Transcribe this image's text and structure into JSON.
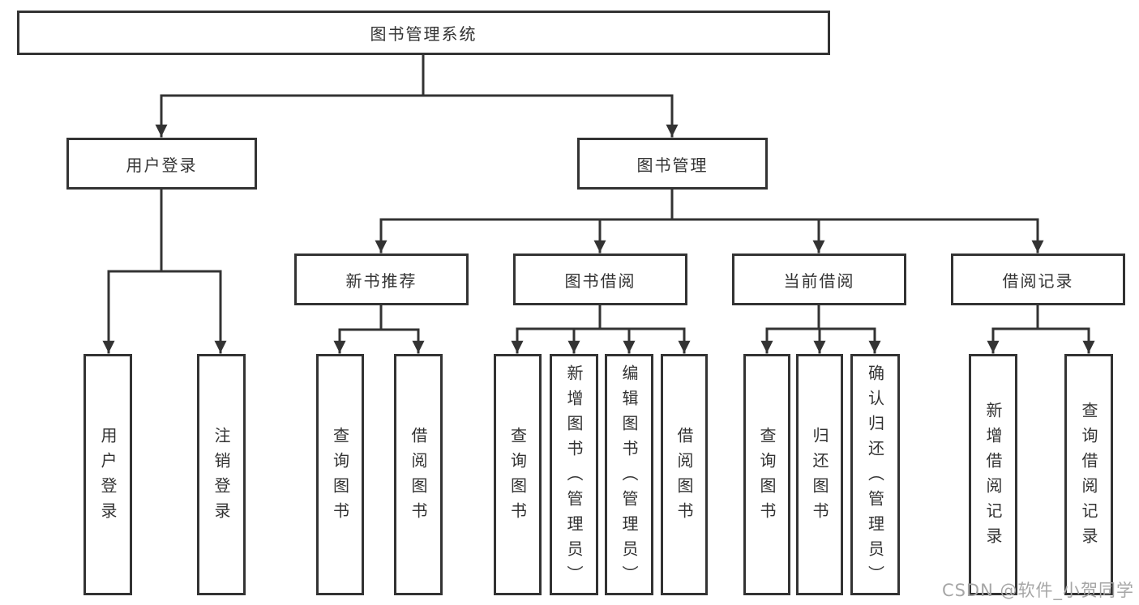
{
  "diagram": {
    "title": "图书管理系统",
    "branches": [
      {
        "label": "用户登录",
        "children": [
          "用户登录",
          "注销登录"
        ]
      },
      {
        "label": "图书管理",
        "children": [
          {
            "label": "新书推荐",
            "children": [
              "查询图书",
              "借阅图书"
            ]
          },
          {
            "label": "图书借阅",
            "children": [
              "查询图书",
              "新增图书（管理员）",
              "编辑图书（管理员）",
              "借阅图书"
            ]
          },
          {
            "label": "当前借阅",
            "children": [
              "查询图书",
              "归还图书",
              "确认归还（管理员）"
            ]
          },
          {
            "label": "借阅记录",
            "children": [
              "新增借阅记录",
              "查询借阅记录"
            ]
          }
        ]
      }
    ],
    "watermark": "CSDN @软件_小贺同学",
    "colors": {
      "line": "#333333",
      "box_border": "#333333",
      "box_fill": "#ffffff",
      "text": "#333333",
      "watermark_text": "#a6a6a6"
    }
  }
}
